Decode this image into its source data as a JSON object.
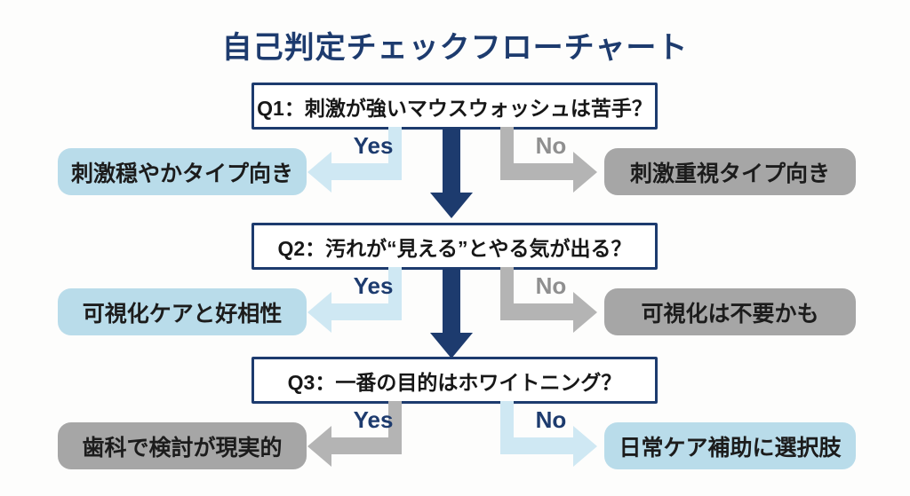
{
  "title": "自己判定チェックフローチャート",
  "colors": {
    "navy": "#1d3b6e",
    "blue_box": "#b9dcea",
    "blue_arrow": "#cfe8f3",
    "gray_box": "#a6a6a6",
    "gray_arrow": "#b4b4b4",
    "gray_label": "#8f8f8f",
    "background": "#fdfdfc",
    "ink": "#171717"
  },
  "flow": {
    "steps": [
      {
        "question": "Q1：刺激が強いマウスウォッシュは苦手？",
        "yes_label": "Yes",
        "no_label": "No",
        "yes_result": "刺激穏やかタイプ向き",
        "no_result": "刺激重視タイプ向き"
      },
      {
        "question": "Q2：汚れが“見える”とやる気が出る？",
        "yes_label": "Yes",
        "no_label": "No",
        "yes_result": "可視化ケアと好相性",
        "no_result": "可視化は不要かも"
      },
      {
        "question": "Q3：一番の目的はホワイトニング？",
        "yes_label": "Yes",
        "no_label": "No",
        "yes_result": "歯科で検討が現実的",
        "no_result": "日常ケア補助に選択肢"
      }
    ]
  }
}
